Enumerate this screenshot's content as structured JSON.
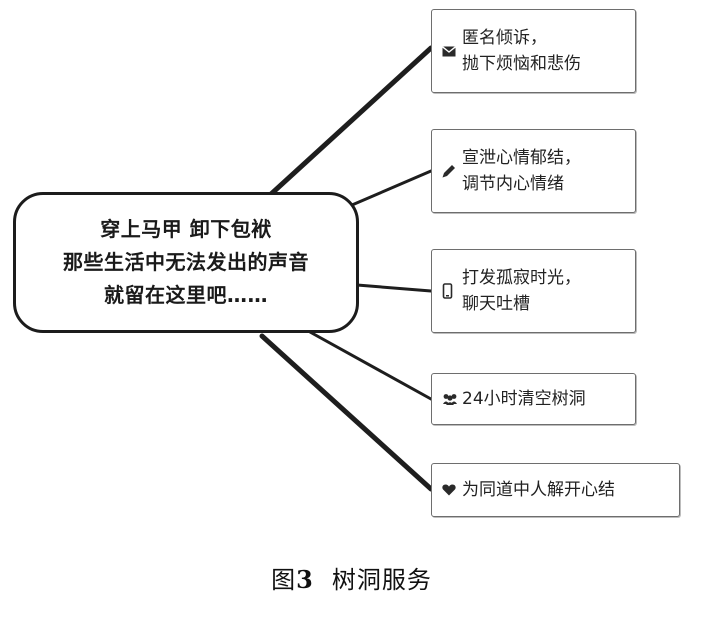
{
  "center": {
    "lines": [
      "穿上马甲 卸下包袱",
      "那些生活中无法发出的声音",
      "就留在这里吧……"
    ]
  },
  "branches": [
    {
      "icon": "envelope-icon",
      "lines": [
        "匿名倾诉，",
        "抛下烦恼和悲伤"
      ]
    },
    {
      "icon": "pencil-icon",
      "lines": [
        "宣泄心情郁结，",
        "调节内心情绪"
      ]
    },
    {
      "icon": "phone-icon",
      "lines": [
        "打发孤寂时光，",
        "聊天吐槽"
      ]
    },
    {
      "icon": "group-icon",
      "lines": [
        "24小时清空树洞"
      ]
    },
    {
      "icon": "heart-icon",
      "lines": [
        "为同道中人解开心结"
      ]
    }
  ],
  "caption": {
    "label": "图",
    "number": "3",
    "title": "树洞服务"
  },
  "colors": {
    "line": "#1e1e1e",
    "box_border": "#6e6e6e",
    "icon": "#2a2a2a"
  }
}
